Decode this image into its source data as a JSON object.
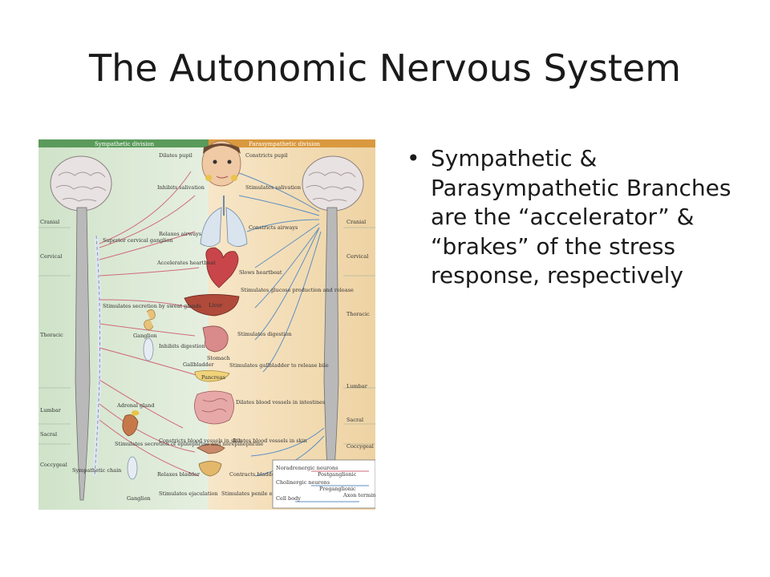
{
  "title": "The Autonomic Nervous System",
  "bullet": "Sympathetic & Parasympathetic Branches are the “accelerator” & “brakes” of the stress response, respectively",
  "diagram": {
    "sympathetic_header": "Sympathetic division",
    "parasympathetic_header": "Parasympathetic division",
    "left_regions": [
      "Cranial",
      "Cervical",
      "Thoracic",
      "Lumbar",
      "Sacral",
      "Coccygeal"
    ],
    "right_regions": [
      "Cranial",
      "Cervical",
      "Thoracic",
      "Lumbar",
      "Sacral",
      "Coccygeal"
    ],
    "sympathetic_labels": [
      "Dilates pupil",
      "Inhibits salivation",
      "Superior cervical ganglion",
      "Relaxes airways",
      "Accelerates heartbeat",
      "Stimulates secretion by sweat glands",
      "Ganglion",
      "Inhibits digestion",
      "Adrenal gland",
      "Stimulates secretion of epinephrine and norepinephrine",
      "Sympathetic chain",
      "Relaxes bladder",
      "Stimulates ejaculation",
      "Ganglion",
      "Constricts blood vessels in skin"
    ],
    "parasympathetic_labels": [
      "Constricts pupil",
      "Stimulates salivation",
      "Constricts airways",
      "Slows heartbeat",
      "Stimulates glucose production and release",
      "Stimulates digestion",
      "Stimulates gallbladder to release bile",
      "Dilates blood vessels in intestines",
      "Dilates blood vessels in skin",
      "Contracts bladder",
      "Stimulates penile erection and clitoral engorgement"
    ],
    "organ_labels": [
      "Liver",
      "Stomach",
      "Gallbladder",
      "Pancreas"
    ],
    "legend": {
      "noradrenergic": "Noradrenergic neurons",
      "cholinergic": "Cholinergic neurons",
      "postganglionic": "Postganglionic",
      "preganglionic": "Preganglionic",
      "cell_body": "Cell body",
      "axon_terminal": "Axon terminal"
    }
  }
}
